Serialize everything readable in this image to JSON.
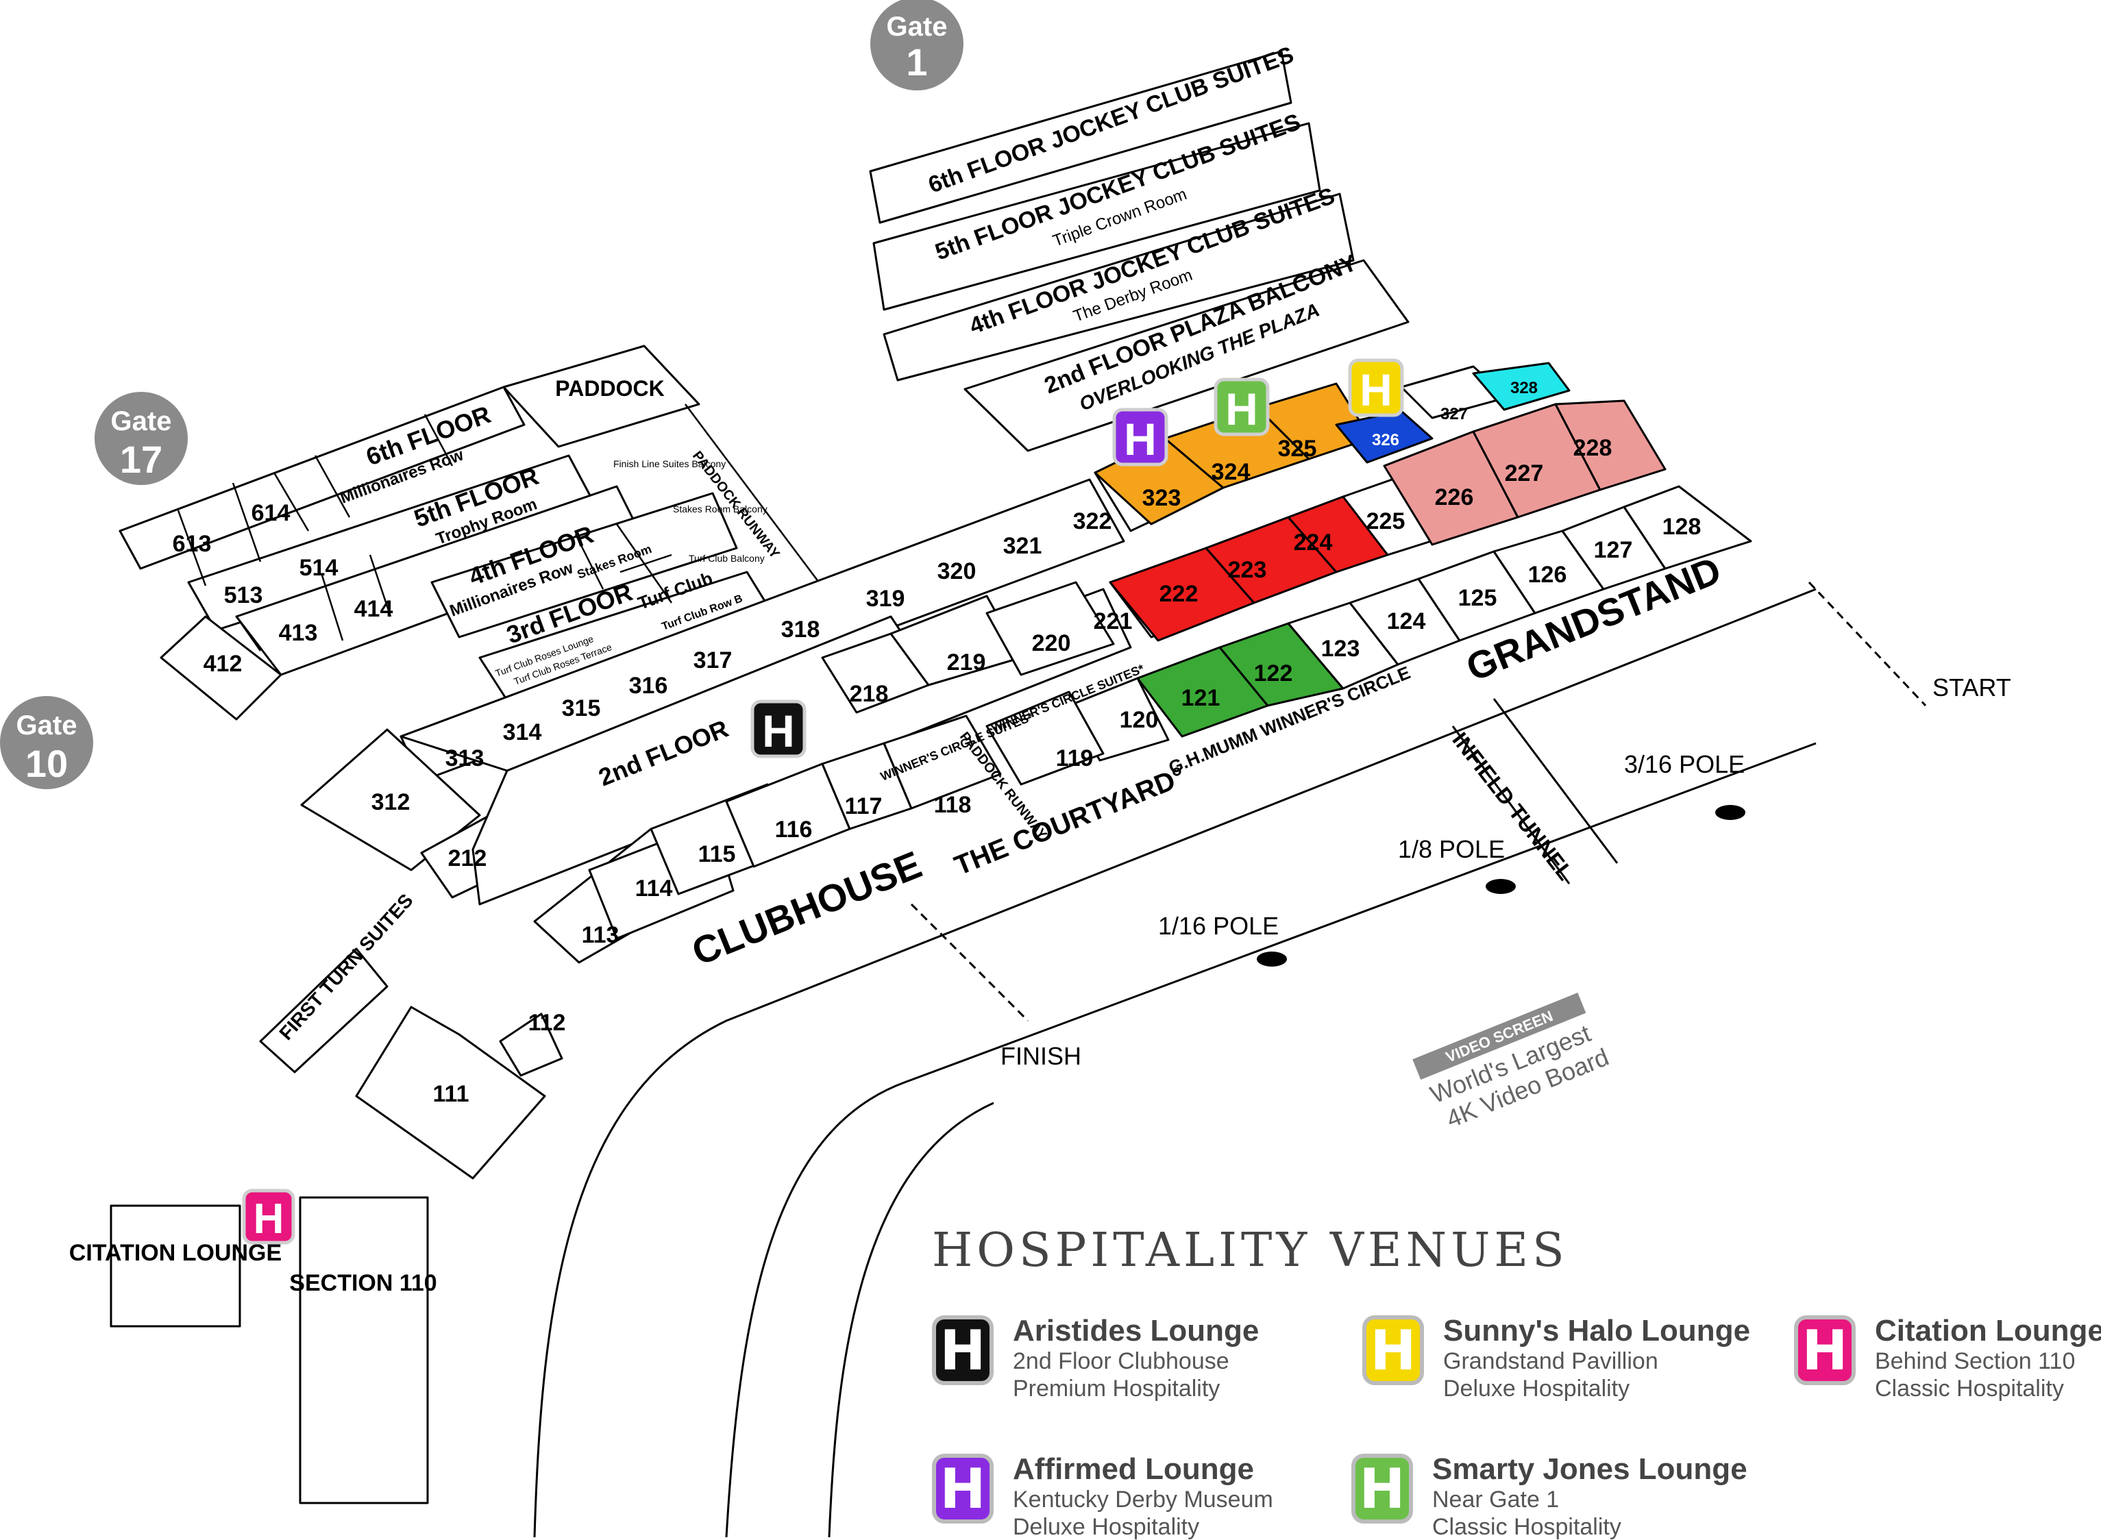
{
  "gates": [
    {
      "id": "gate-1",
      "label": "Gate",
      "number": "1"
    },
    {
      "id": "gate-17",
      "label": "Gate",
      "number": "17"
    },
    {
      "id": "gate-10",
      "label": "Gate",
      "number": "10"
    }
  ],
  "suite_levels": {
    "sixth": {
      "title": "6th FLOOR JOCKEY CLUB SUITES"
    },
    "fifth": {
      "title": "5th FLOOR JOCKEY CLUB SUITES",
      "subtitle": "Triple Crown Room"
    },
    "fourth": {
      "title": "4th FLOOR JOCKEY CLUB SUITES",
      "subtitle": "The Derby Room"
    },
    "plaza": {
      "title": "2nd FLOOR PLAZA BALCONY",
      "subtitle": "OVERLOOKING THE PLAZA"
    }
  },
  "clubhouse_floors": {
    "sixth": {
      "title": "6th FLOOR",
      "subtitle": "Millionaires Row"
    },
    "fifth": {
      "title": "5th FLOOR",
      "subtitle": "Trophy Room"
    },
    "fourth": {
      "title": "4th FLOOR",
      "subtitle": "Millionaires Row"
    },
    "third": {
      "title": "3rd FLOOR"
    },
    "second": {
      "title": "2nd FLOOR"
    },
    "stakes_room": "Stakes Room",
    "turf_club": "Turf Club",
    "turf_club_row_b": "Turf Club Row B",
    "turf_roses_lounge": "Turf Club Roses Lounge",
    "turf_roses_terrace": "Turf Club Roses Terrace",
    "callout_finish_line": "Finish Line Suites Balcony",
    "callout_stakes_balcony": "Stakes Room Balcony",
    "callout_turf_balcony": "Turf Club Balcony"
  },
  "areas": {
    "paddock": "PADDOCK",
    "paddock_runway": "PADDOCK RUNWAY",
    "paddock_runway_lower": "PADDOCK RUNWAY",
    "first_turn_suites": "FIRST TURN SUITES",
    "citation_lounge": "CITATION LOUNGE",
    "section_110": "SECTION 110",
    "winners_circle_suites_a": "WINNER'S CIRCLE SUITES*",
    "winners_circle_suites_b": "WINNER'S CIRCLE SUITES*",
    "courtyard": "THE COURTYARD°",
    "mumm_winners_circle": "G.H.MUMM WINNER'S CIRCLE",
    "clubhouse": "CLUBHOUSE",
    "grandstand": "GRANDSTAND",
    "infield_tunnel": "INFIELD TUNNEL"
  },
  "sections": [
    "613",
    "614",
    "513",
    "514",
    "412",
    "413",
    "414",
    "312",
    "313",
    "314",
    "315",
    "316",
    "317",
    "318",
    "319",
    "320",
    "321",
    "322",
    "323",
    "324",
    "325",
    "326",
    "327",
    "328",
    "212",
    "218",
    "219",
    "220",
    "221",
    "222",
    "223",
    "224",
    "225",
    "226",
    "227",
    "228",
    "111",
    "112",
    "113",
    "114",
    "115",
    "116",
    "117",
    "118",
    "119",
    "120",
    "121",
    "122",
    "123",
    "124",
    "125",
    "126",
    "127",
    "128"
  ],
  "track": {
    "start": "START",
    "finish": "FINISH",
    "pole_3_16": "3/16 POLE",
    "pole_1_8": "1/8 POLE",
    "pole_1_16": "1/16 POLE",
    "video_screen_tag": "VIDEO SCREEN",
    "video_line_1": "World's Largest",
    "video_line_2": "4K Video Board"
  },
  "map_badge_letter": "H",
  "colors": {
    "aristides": "#111111",
    "sunnys_halo": "#f5d800",
    "citation": "#e8167e",
    "affirmed": "#8a2be2",
    "smarty_jones": "#6cc04a",
    "orange_sections": "#f5a31a",
    "red_sections": "#ee1c1c",
    "pink_sections": "#ec9a98",
    "green_sections": "#3aa935",
    "blue_section": "#1447d6",
    "cyan_section": "#22e6ea",
    "gate_badge": "#8a8a8a"
  },
  "hospitality": {
    "title": "HOSPITALITY VENUES",
    "venues": [
      {
        "name": "Aristides Lounge",
        "line1": "2nd Floor Clubhouse",
        "line2": "Premium Hospitality",
        "color": "#111111"
      },
      {
        "name": "Sunny's Halo Lounge",
        "line1": "Grandstand Pavillion",
        "line2": "Deluxe Hospitality",
        "color": "#f5d800"
      },
      {
        "name": "Citation Lounge",
        "line1": "Behind Section 110",
        "line2": "Classic Hospitality",
        "color": "#e8167e"
      },
      {
        "name": "Affirmed Lounge",
        "line1": "Kentucky Derby Museum",
        "line2": "Deluxe Hospitality",
        "color": "#8a2be2"
      },
      {
        "name": "Smarty Jones Lounge",
        "line1": "Near Gate 1",
        "line2": "Classic Hospitality",
        "color": "#6cc04a"
      }
    ]
  }
}
